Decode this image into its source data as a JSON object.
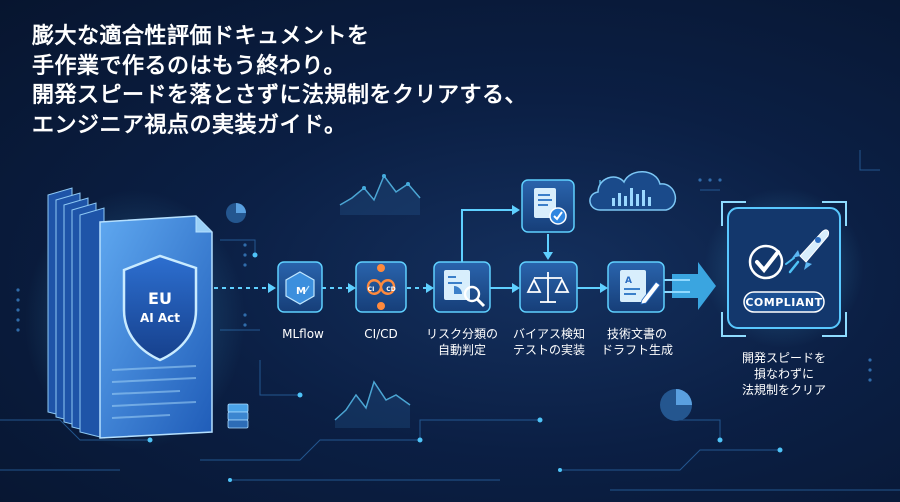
{
  "headline": {
    "lines": [
      "膨大な適合性評価ドキュメントを",
      "手作業で作るのはもう終わり。",
      "開発スピードを落とさずに法規制をクリアする、",
      "エンジニア視点の実装ガイド。"
    ]
  },
  "document": {
    "line1": "EU",
    "line2": "AI Act"
  },
  "steps": [
    {
      "label": "MLflow",
      "icon": "mlflow-logo-icon"
    },
    {
      "label": "CI/CD",
      "icon": "infinity-loop-icon",
      "badge_left": "CI",
      "badge_right": "CD"
    },
    {
      "label_lines": [
        "リスク分類の",
        "自動判定"
      ],
      "icon": "magnifier-report-icon"
    },
    {
      "label_lines": [
        "バイアス検知",
        "テストの実装"
      ],
      "icon": "balance-scale-icon"
    },
    {
      "label_lines": [
        "技術文書の",
        "ドラフト生成"
      ],
      "icon": "document-pen-icon"
    }
  ],
  "branch": {
    "icon": "document-check-icon"
  },
  "cloud": {
    "icon": "cloud-data-icon"
  },
  "result": {
    "badge": "COMPLIANT",
    "icons": [
      "checkmark-icon",
      "rocket-icon"
    ],
    "caption_lines": [
      "開発スピードを",
      "損なわずに",
      "法規制をクリア"
    ]
  },
  "colors": {
    "background": "#0b1f44",
    "accent_cyan": "#4fc3f7",
    "icon_box": "#1d4d8c",
    "document": "#2f7bd8"
  }
}
